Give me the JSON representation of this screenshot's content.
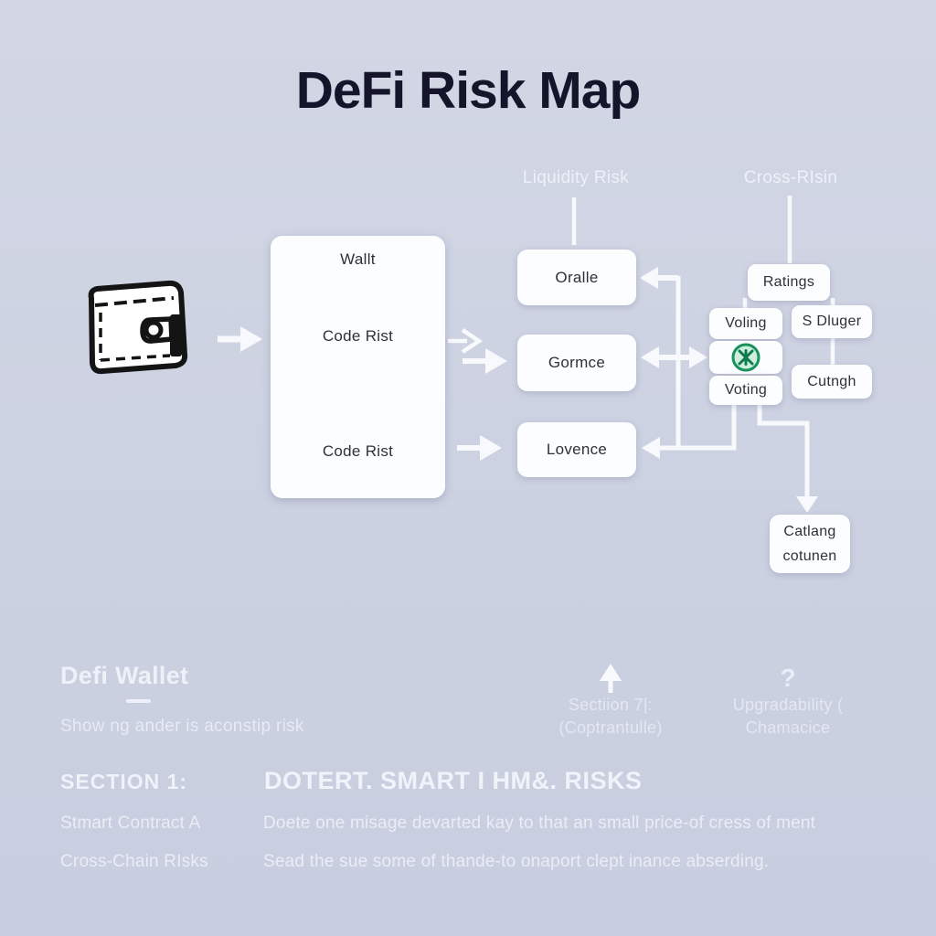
{
  "title": "DeFi Risk Map",
  "colors": {
    "background": "#cdd2e2",
    "title_text": "#14152b",
    "node_fill": "#fcfdff",
    "node_text": "#2f3038",
    "connector_white": "#f8f9fc",
    "footer_text": "#eef1f8",
    "badge_green_stroke": "#16925a",
    "badge_green_fill": "#cdeedd"
  },
  "diagram": {
    "column_labels": {
      "liquidity": "Liquidity Risk",
      "cross": "Cross-RIsin"
    },
    "wallet_box": {
      "title": "Wallt",
      "items": [
        "Code Rist",
        "Code Rist"
      ]
    },
    "mid_nodes": [
      "Oralle",
      "Gormce",
      "Lovence"
    ],
    "right_nodes": {
      "ratings": "Ratings",
      "voling": "Voling",
      "voting": "Voting",
      "s_dluger": "S Dluger",
      "cutngh": "Cutngh",
      "catlang_line1": "Catlang",
      "catlang_line2": "cotunen"
    }
  },
  "footnotes": {
    "left": {
      "title": "Defi Wallet",
      "subtitle": "Show ng ander is aconstip risk"
    },
    "mid": {
      "line1": "Sectiion 7|:",
      "line2": "(Coptrantulle)"
    },
    "right": {
      "icon_glyph": "?",
      "line1": "Upgradability (",
      "line2": "Chamacice"
    }
  },
  "section": {
    "label": "SECTION 1:",
    "heading": "DOTERT. SMART I HM&. RISKS",
    "rows": [
      {
        "term": "Stmart Contract A",
        "desc": "Doete one misage devarted kay to that an small price-of cress of ment"
      },
      {
        "term": "Cross-Chain RIsks",
        "desc": "Sead the sue some of thande-to onaport clept inance abserding."
      }
    ]
  }
}
